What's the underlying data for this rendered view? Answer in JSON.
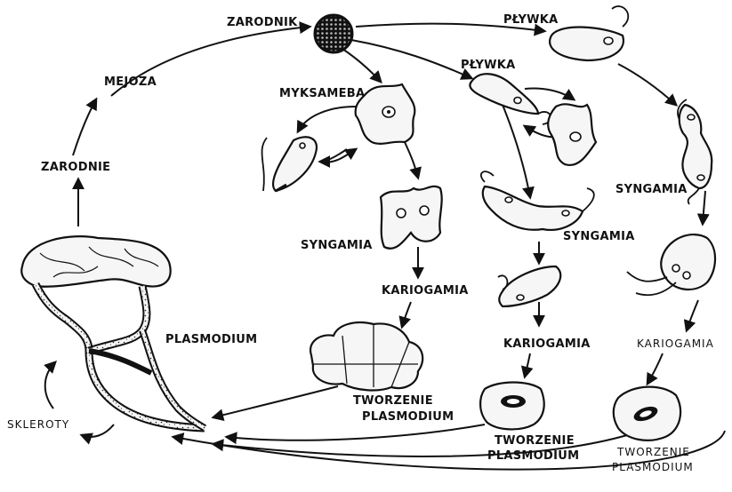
{
  "labels": {
    "zarodnik": "ZARODNIK",
    "plywka_top": "PŁYWKA",
    "plywka_mid": "PŁYWKA",
    "mejoza": "MEJOZA",
    "zarodnie": "ZARODNIE",
    "myksameba": "MYKSAMEBA",
    "syngamia_left": "SYNGAMIA",
    "syngamia_mid": "SYNGAMIA",
    "syngamia_right": "SYNGAMIA",
    "kariogamia_left": "KARIOGAMIA",
    "kariogamia_mid": "KARIOGAMIA",
    "kariogamia_right": "KARIOGAMIA",
    "plasmodium": "PLASMODIUM",
    "skleroty": "SKLEROTY",
    "tworzenie_1_line1": "TWORZENIE",
    "tworzenie_1_line2": "PLASMODIUM",
    "tworzenie_2_line1": "TWORZENIE",
    "tworzenie_2_line2": "PLASMODIUM",
    "tworzenie_3_line1": "TWORZENIE",
    "tworzenie_3_line2": "PLASMODIUM"
  }
}
